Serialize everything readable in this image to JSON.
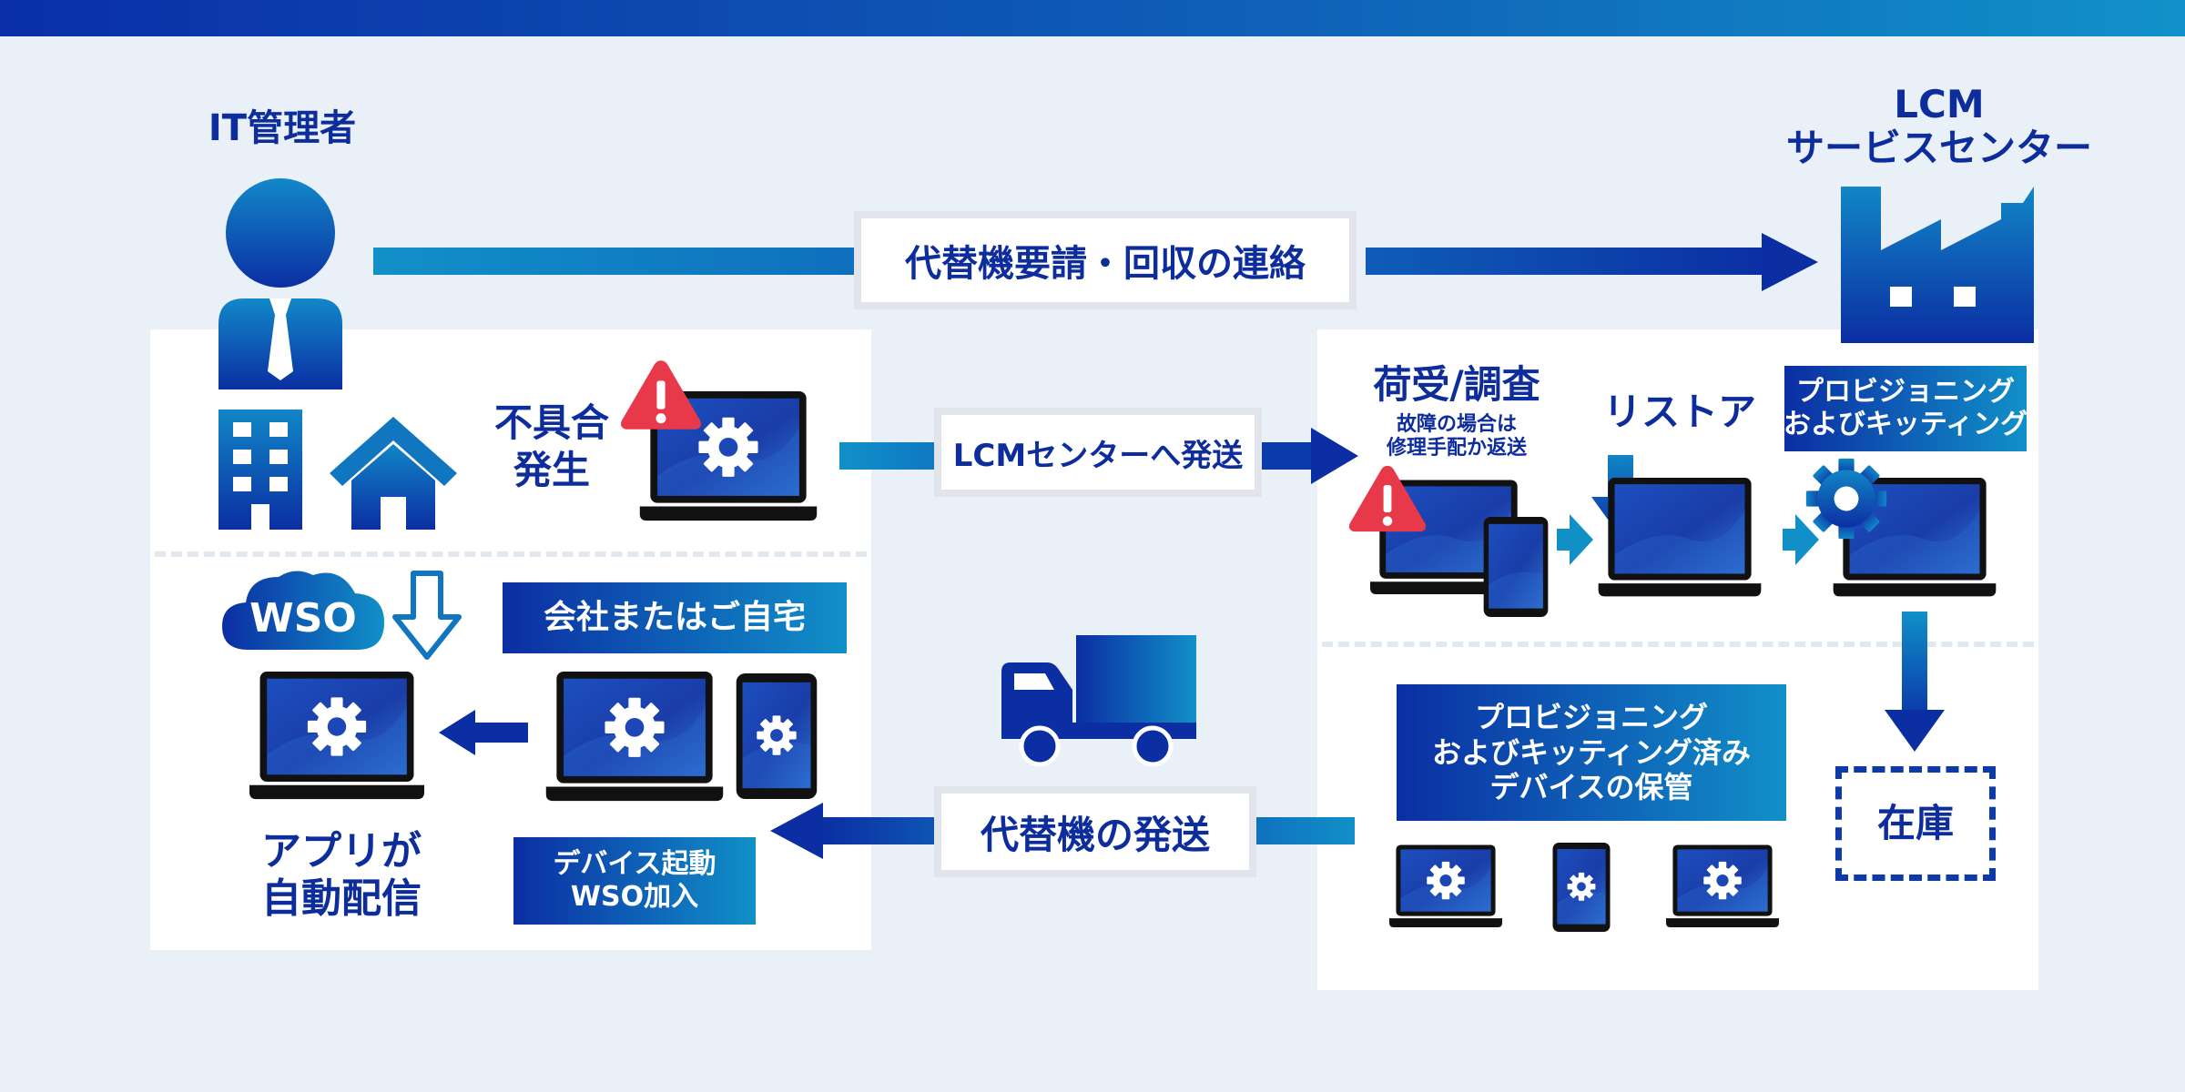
{
  "actors": {
    "it_admin": "IT管理者",
    "lcm_title_line1": "LCM",
    "lcm_title_line2": "サービスセンター"
  },
  "flows": {
    "request_contact": "代替機要請・回収の連絡",
    "ship_to_center": "LCMセンターへ発送",
    "ship_replacement": "代替機の発送"
  },
  "left_panel": {
    "failure_line1": "不具合",
    "failure_line2": "発生",
    "wso_badge": "WSO",
    "company_or_home": "会社またはご自宅",
    "device_boot_line1": "デバイス起動",
    "device_boot_line2": "WSO加入",
    "auto_delivery_line1": "アプリが",
    "auto_delivery_line2": "自動配信"
  },
  "right_panel": {
    "receive_inspect": "荷受/調査",
    "repair_note_line1": "故障の場合は",
    "repair_note_line2": "修理手配か返送",
    "restore": "リストア",
    "provision_top_line1": "プロビジョニング",
    "provision_top_line2": "およびキッティング",
    "storage_line1": "プロビジョニング",
    "storage_line2": "およびキッティング済み",
    "storage_line3": "デバイスの保管",
    "inventory": "在庫"
  },
  "icons": [
    "person-icon",
    "building-icon",
    "house-icon",
    "factory-icon",
    "warning-icon",
    "laptop-gear-icon",
    "tablet-gear-icon",
    "cloud-icon",
    "download-arrow-icon",
    "truck-icon",
    "gear-icon"
  ],
  "colors": {
    "primary": "#0d2d9c",
    "gradient_start": "#0b2ea3",
    "gradient_end": "#1190c8",
    "warning": "#e8394a",
    "background": "#e9f0f8"
  }
}
